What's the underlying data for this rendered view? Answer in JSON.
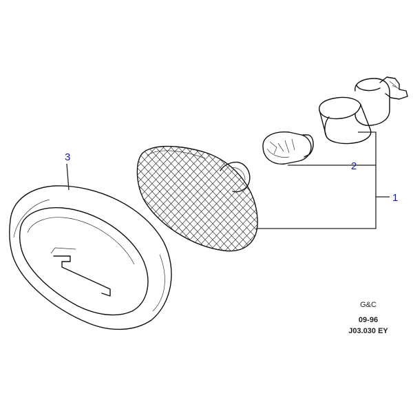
{
  "callouts": {
    "part_1": "1",
    "part_2": "2",
    "part_3": "3"
  },
  "footer": {
    "maker": "G&C",
    "date": "09-96",
    "reference": "J03.030 EY"
  }
}
